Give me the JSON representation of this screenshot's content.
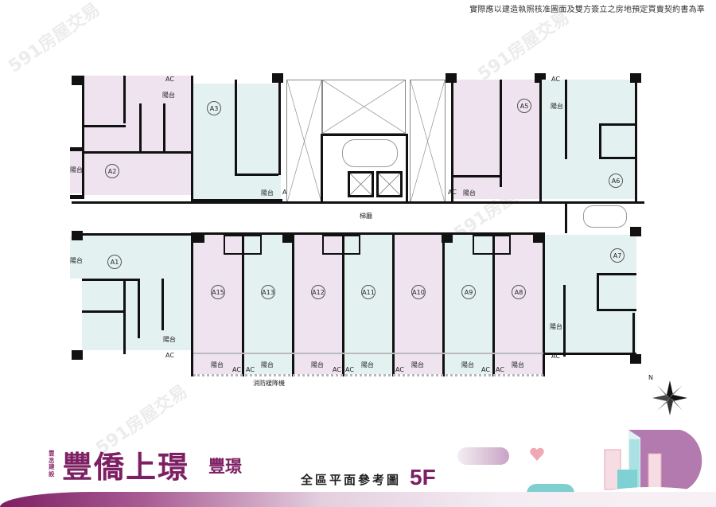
{
  "header": {
    "disclaimer": "實際應以建造執照核准圖面及雙方簽立之房地預定買賣契約書為準"
  },
  "plan": {
    "corridor_label": "梯廳",
    "fire_escape_label": "消防緩降機",
    "compass_label": "N",
    "balcony_label": "陽台",
    "ac_label": "AC",
    "units": [
      {
        "id": "A1",
        "color": "cyan"
      },
      {
        "id": "A2",
        "color": "pink"
      },
      {
        "id": "A3",
        "color": "cyan"
      },
      {
        "id": "A5",
        "color": "pink"
      },
      {
        "id": "A6",
        "color": "cyan"
      },
      {
        "id": "A7",
        "color": "cyan"
      },
      {
        "id": "A8",
        "color": "pink"
      },
      {
        "id": "A9",
        "color": "cyan"
      },
      {
        "id": "A10",
        "color": "pink"
      },
      {
        "id": "A11",
        "color": "cyan"
      },
      {
        "id": "A12",
        "color": "pink"
      },
      {
        "id": "A13",
        "color": "cyan"
      },
      {
        "id": "A15",
        "color": "pink"
      }
    ],
    "colors": {
      "pink_unit": "#eee3ef",
      "cyan_unit": "#e3f2f1",
      "wall": "#111111",
      "brand": "#7d1f63"
    }
  },
  "footer": {
    "developer": "豐丞建設",
    "project_name": "豐僑上璟",
    "project_sub": "豐璟",
    "plan_title": "全區平面參考圖",
    "floor": "5F"
  },
  "watermark": "591房屋交易"
}
